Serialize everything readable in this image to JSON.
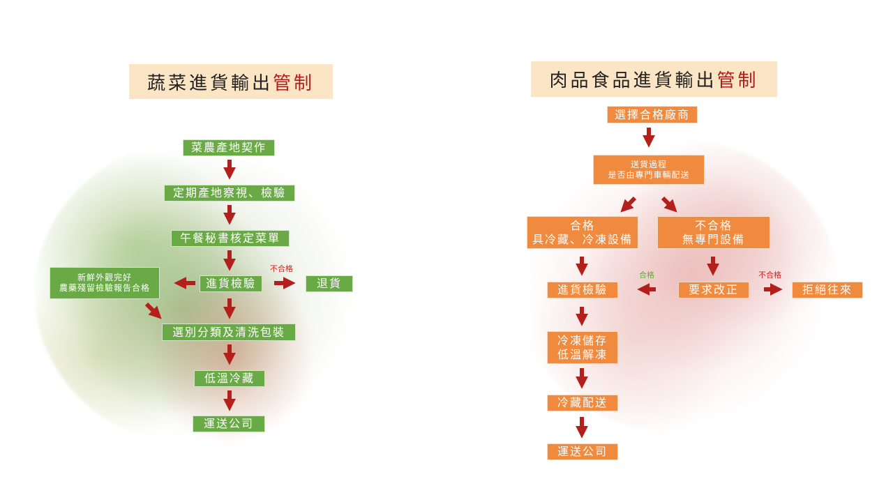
{
  "veg": {
    "title_main": "蔬菜進貨輸出",
    "title_hl": "管制",
    "nodes": {
      "farm": "菜農產地契作",
      "inspect_site": "定期產地察視、檢驗",
      "secretary": "午餐秘書核定菜單",
      "check": "進貨檢驗",
      "return": "退貨",
      "report_line1": "新鮮外觀完好",
      "report_line2": "農藥殘留檢驗報告合格",
      "sort": "選別分類及清洗包裝",
      "cold": "低溫冷藏",
      "ship": "運送公司"
    },
    "fail_label": "不合格"
  },
  "meat": {
    "title_main": "肉品食品進貨輸出",
    "title_hl": "管制",
    "nodes": {
      "select": "選擇合格廠商",
      "delivery_line1": "送貨過程",
      "delivery_line2": "是否由專門車輛配送",
      "pass_line1": "合格",
      "pass_line2": "具冷藏、冷凍設備",
      "fail_line1": "不合格",
      "fail_line2": "無專門設備",
      "check": "進貨檢驗",
      "improve": "要求改正",
      "refuse": "拒絕往來",
      "freeze_line1": "冷凍儲存",
      "freeze_line2": "低溫解凍",
      "cold_ship": "冷藏配送",
      "ship": "運送公司"
    },
    "pass_label": "合格",
    "fail_label": "不合格"
  },
  "colors": {
    "green_box": "#6aaa46",
    "orange_box": "#ef8a3e",
    "arrow": "#b3201c",
    "title_bg": "#fbe5c4",
    "title_highlight": "#b01c1c"
  }
}
